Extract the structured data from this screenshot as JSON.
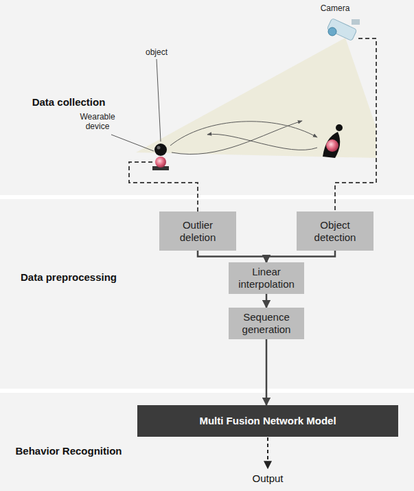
{
  "diagram": {
    "nodes": [
      {
        "text": [
          "Data collection"
        ]
      },
      {
        "text": [
          "Data preprocessing"
        ]
      },
      {
        "text": [
          "Outlier deletion"
        ],
        "in": 1
      },
      {
        "text": [
          "Object detection"
        ],
        "in": 1
      },
      {
        "text": [
          "Linear interpolation"
        ],
        "in": 1
      },
      {
        "text": [
          "Sequence generation"
        ],
        "in": 1
      },
      {
        "text": [
          "Behavior Recognition"
        ]
      },
      {
        "text": [
          "Multi Fusion Network Model"
        ],
        "in": 6
      }
    ],
    "edges": [
      {
        "from": 2,
        "to": 4,
        "arrow": "to"
      },
      {
        "from": 3,
        "to": 4,
        "arrow": "to"
      },
      {
        "from": 4,
        "to": 5,
        "arrow": "to"
      },
      {
        "from": 5,
        "to": 7,
        "arrow": "to"
      }
    ],
    "labels": [
      "Camera",
      "object",
      "Wearable device",
      "Output"
    ]
  }
}
